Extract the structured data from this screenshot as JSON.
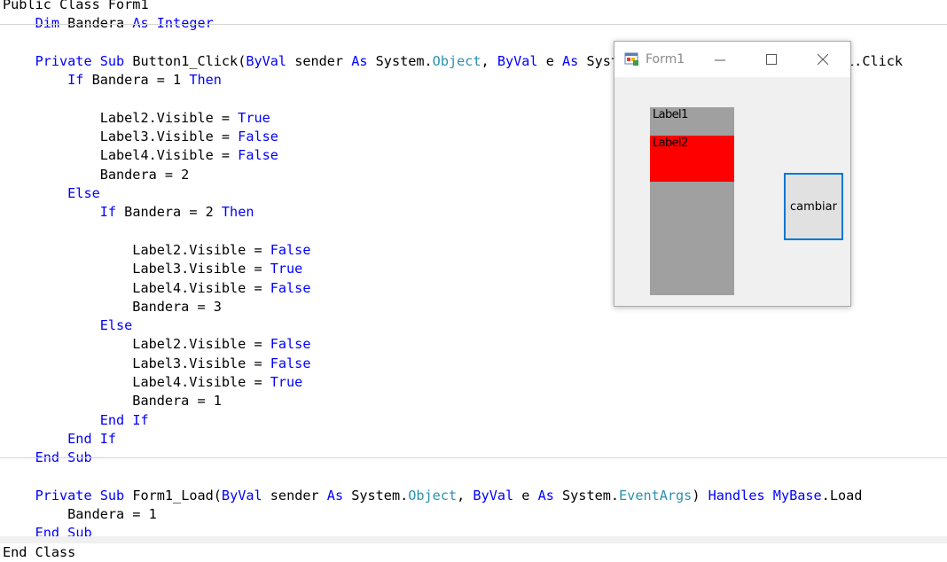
{
  "editor": {
    "lines": [
      [
        {
          "t": "Public Class Form1",
          "c": "tx"
        }
      ],
      [
        {
          "t": "    ",
          "c": "tx"
        },
        {
          "t": "Dim",
          "c": "kw"
        },
        {
          "t": " Bandera ",
          "c": "tx"
        },
        {
          "t": "As",
          "c": "kw"
        },
        {
          "t": " ",
          "c": "tx"
        },
        {
          "t": "Integer",
          "c": "kw"
        }
      ],
      [],
      [
        {
          "t": "    ",
          "c": "tx"
        },
        {
          "t": "Private",
          "c": "kw"
        },
        {
          "t": " ",
          "c": "tx"
        },
        {
          "t": "Sub",
          "c": "kw"
        },
        {
          "t": " Button1_Click(",
          "c": "tx"
        },
        {
          "t": "ByVal",
          "c": "kw"
        },
        {
          "t": " sender ",
          "c": "tx"
        },
        {
          "t": "As",
          "c": "kw"
        },
        {
          "t": " System.",
          "c": "tx"
        },
        {
          "t": "Object",
          "c": "ty"
        },
        {
          "t": ", ",
          "c": "tx"
        },
        {
          "t": "ByVal",
          "c": "kw"
        },
        {
          "t": " e ",
          "c": "tx"
        },
        {
          "t": "As",
          "c": "kw"
        },
        {
          "t": " System.EventArgs) Handles Button1.Click",
          "c": "tx"
        }
      ],
      [
        {
          "t": "        ",
          "c": "tx"
        },
        {
          "t": "If",
          "c": "kw"
        },
        {
          "t": " Bandera = 1 ",
          "c": "tx"
        },
        {
          "t": "Then",
          "c": "kw"
        }
      ],
      [],
      [
        {
          "t": "            Label2.Visible = ",
          "c": "tx"
        },
        {
          "t": "True",
          "c": "kw"
        }
      ],
      [
        {
          "t": "            Label3.Visible = ",
          "c": "tx"
        },
        {
          "t": "False",
          "c": "kw"
        }
      ],
      [
        {
          "t": "            Label4.Visible = ",
          "c": "tx"
        },
        {
          "t": "False",
          "c": "kw"
        }
      ],
      [
        {
          "t": "            Bandera = 2",
          "c": "tx"
        }
      ],
      [
        {
          "t": "        ",
          "c": "tx"
        },
        {
          "t": "Else",
          "c": "kw"
        }
      ],
      [
        {
          "t": "            ",
          "c": "tx"
        },
        {
          "t": "If",
          "c": "kw"
        },
        {
          "t": " Bandera = 2 ",
          "c": "tx"
        },
        {
          "t": "Then",
          "c": "kw"
        }
      ],
      [],
      [
        {
          "t": "                Label2.Visible = ",
          "c": "tx"
        },
        {
          "t": "False",
          "c": "kw"
        }
      ],
      [
        {
          "t": "                Label3.Visible = ",
          "c": "tx"
        },
        {
          "t": "True",
          "c": "kw"
        }
      ],
      [
        {
          "t": "                Label4.Visible = ",
          "c": "tx"
        },
        {
          "t": "False",
          "c": "kw"
        }
      ],
      [
        {
          "t": "                Bandera = 3",
          "c": "tx"
        }
      ],
      [
        {
          "t": "            ",
          "c": "tx"
        },
        {
          "t": "Else",
          "c": "kw"
        }
      ],
      [
        {
          "t": "                Label2.Visible = ",
          "c": "tx"
        },
        {
          "t": "False",
          "c": "kw"
        }
      ],
      [
        {
          "t": "                Label3.Visible = ",
          "c": "tx"
        },
        {
          "t": "False",
          "c": "kw"
        }
      ],
      [
        {
          "t": "                Label4.Visible = ",
          "c": "tx"
        },
        {
          "t": "True",
          "c": "kw"
        }
      ],
      [
        {
          "t": "                Bandera = 1",
          "c": "tx"
        }
      ],
      [
        {
          "t": "            ",
          "c": "tx"
        },
        {
          "t": "End",
          "c": "kw"
        },
        {
          "t": " ",
          "c": "tx"
        },
        {
          "t": "If",
          "c": "kw"
        }
      ],
      [
        {
          "t": "        ",
          "c": "tx"
        },
        {
          "t": "End",
          "c": "kw"
        },
        {
          "t": " ",
          "c": "tx"
        },
        {
          "t": "If",
          "c": "kw"
        }
      ],
      [
        {
          "t": "    ",
          "c": "tx"
        },
        {
          "t": "End",
          "c": "kw"
        },
        {
          "t": " ",
          "c": "tx"
        },
        {
          "t": "Sub",
          "c": "kw"
        }
      ],
      [],
      [
        {
          "t": "    ",
          "c": "tx"
        },
        {
          "t": "Private",
          "c": "kw"
        },
        {
          "t": " ",
          "c": "tx"
        },
        {
          "t": "Sub",
          "c": "kw"
        },
        {
          "t": " Form1_Load(",
          "c": "tx"
        },
        {
          "t": "ByVal",
          "c": "kw"
        },
        {
          "t": " sender ",
          "c": "tx"
        },
        {
          "t": "As",
          "c": "kw"
        },
        {
          "t": " System.",
          "c": "tx"
        },
        {
          "t": "Object",
          "c": "ty"
        },
        {
          "t": ", ",
          "c": "tx"
        },
        {
          "t": "ByVal",
          "c": "kw"
        },
        {
          "t": " e ",
          "c": "tx"
        },
        {
          "t": "As",
          "c": "kw"
        },
        {
          "t": " System.",
          "c": "tx"
        },
        {
          "t": "EventArgs",
          "c": "ty"
        },
        {
          "t": ") ",
          "c": "tx"
        },
        {
          "t": "Handles",
          "c": "kw"
        },
        {
          "t": " ",
          "c": "tx"
        },
        {
          "t": "MyBase",
          "c": "kw"
        },
        {
          "t": ".Load",
          "c": "tx"
        }
      ],
      [
        {
          "t": "        Bandera = 1",
          "c": "tx"
        }
      ],
      [
        {
          "t": "    ",
          "c": "tx"
        },
        {
          "t": "End",
          "c": "kw"
        },
        {
          "t": " ",
          "c": "tx"
        },
        {
          "t": "Sub",
          "c": "kw"
        }
      ],
      [
        {
          "t": "End Class",
          "c": "tx"
        }
      ]
    ]
  },
  "form": {
    "title": "Form1",
    "icons": {
      "app": "form-app-icon",
      "minimize": "minimize-icon",
      "maximize": "maximize-icon",
      "close": "close-icon"
    },
    "label1": "Label1",
    "label2": "Label2",
    "button_label": "cambiar"
  },
  "colors": {
    "keyword": "#0000ff",
    "type": "#2b91af",
    "label1_bg": "#a0a0a0",
    "label2_bg": "#ff0000",
    "button_border": "#0078d7"
  }
}
